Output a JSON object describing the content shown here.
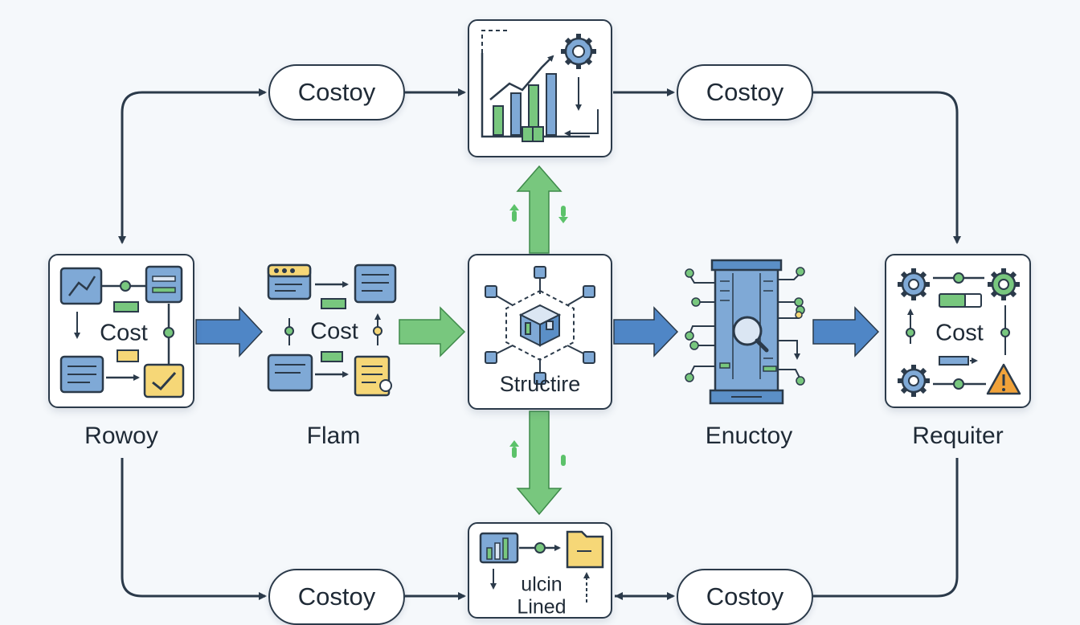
{
  "pills": {
    "top_left": "Costoy",
    "top_right": "Costoy",
    "bottom_left": "Costoy",
    "bottom_right": "Costoy"
  },
  "nodes": {
    "rowoy": {
      "inner": "Cost",
      "caption": "Rowoy"
    },
    "flam": {
      "inner": "Cost",
      "caption": "Flam"
    },
    "structure": {
      "label": "Structire"
    },
    "enuctoy": {
      "caption": "Enuctoy"
    },
    "requiter": {
      "inner": "Cost",
      "caption": "Requiter"
    },
    "bottom": {
      "line1": "ulcin",
      "line2": "Lined"
    }
  },
  "colors": {
    "stroke": "#2b3a4a",
    "blue_arrow": "#4f86c6",
    "green_arrow": "#5cc26a",
    "panel_blue": "#7fa9d6",
    "panel_green": "#78c77e",
    "panel_yellow": "#f6d777",
    "warning_orange": "#f0a23a"
  }
}
